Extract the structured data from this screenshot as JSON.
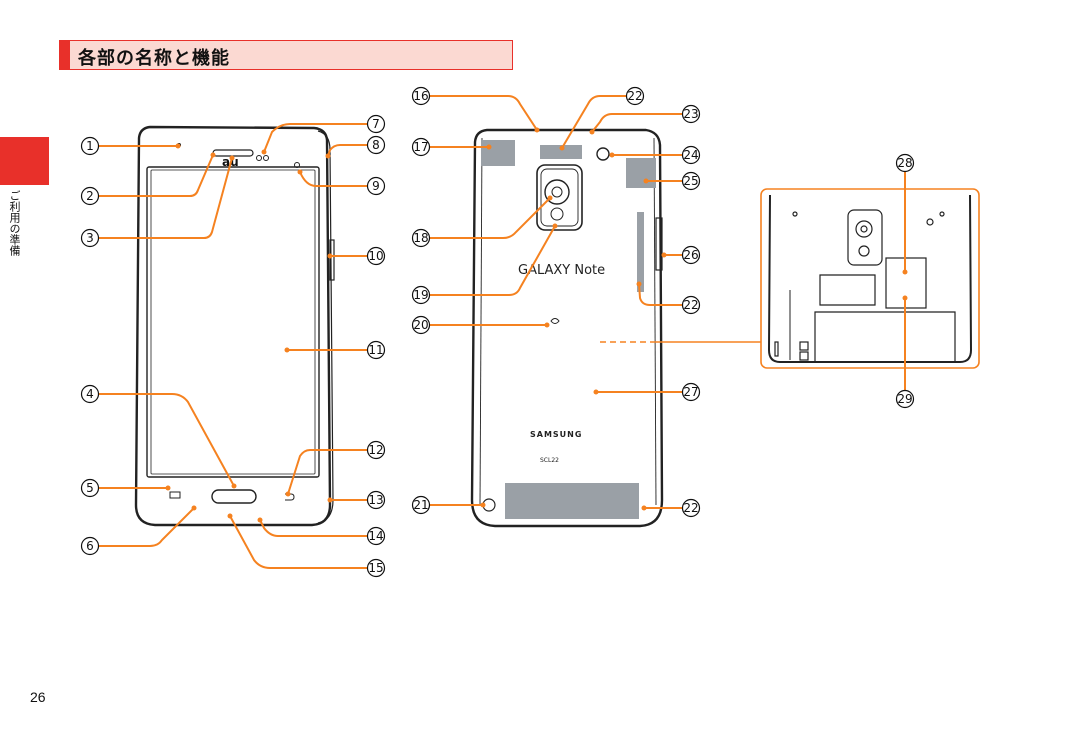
{
  "section_title": "各部の名称と機能",
  "side_tab_label": "ご利用の準備",
  "page_number": "26",
  "brand_logo_text": "au",
  "back_model_text": "GALAXY Note",
  "back_brand_text": "SAMSUNG",
  "back_model_code": "SCL22",
  "accent_color": "#e8302a",
  "callout_color": "#f58220",
  "callouts": {
    "c1": "1",
    "c2": "2",
    "c3": "3",
    "c4": "4",
    "c5": "5",
    "c6": "6",
    "c7": "7",
    "c8": "8",
    "c9": "9",
    "c10": "10",
    "c11": "11",
    "c12": "12",
    "c13": "13",
    "c14": "14",
    "c15": "15",
    "c16": "16",
    "c17": "17",
    "c18": "18",
    "c19": "19",
    "c20": "20",
    "c21": "21",
    "c22a": "22",
    "c22b": "22",
    "c22c": "22",
    "c23": "23",
    "c24": "24",
    "c25": "25",
    "c26": "26",
    "c27": "27",
    "c28": "28",
    "c29": "29"
  }
}
